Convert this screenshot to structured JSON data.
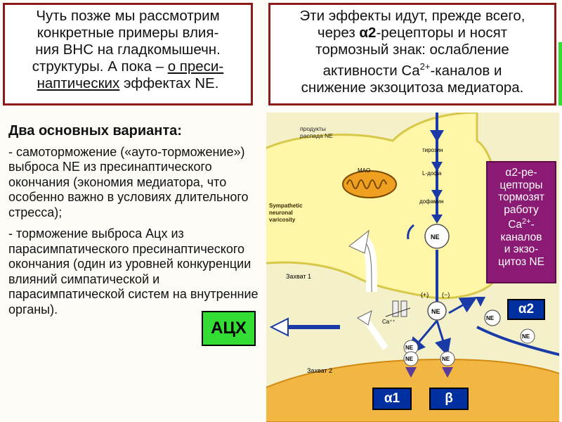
{
  "top_left": {
    "line1": "Чуть позже мы рассмотрим",
    "line2": "конкретные примеры влия-",
    "line3": "ния ВНС на гладкомышечн.",
    "line4_pre": "структуры. А пока – ",
    "line4_link": "о преси-",
    "line5_link": "наптических",
    "line5_post": " эффектах NE."
  },
  "top_right": {
    "line1": "Эти эффекты идут, прежде всего,",
    "line2_pre": "через ",
    "line2_alpha": "α2",
    "line2_post": "-рецепторы и носят",
    "line3": "тормозный знак: ослабление",
    "line4_pre": "активности Ca",
    "line4_sup": "2+",
    "line4_post": "-каналов и",
    "line5": "снижение экзоцитоза медиатора."
  },
  "main": {
    "heading": "Два основных варианта:",
    "item1": "- самоторможение («ауто-торможение») выброса NE из пресинаптического окончания (экономия медиатора, что особенно важно в условиях длительного стресса);",
    "item2": "- торможение выброса Ацх из парасимпатического пресинаптического окончания (один из уровней конкуренции влияний симпатической и парасимпатической систем на внутренние органы)."
  },
  "diagram": {
    "decay_products": "продукты распада NE",
    "tyrosine": "тирозин",
    "ldopa": "L-дофа",
    "dopamine": "дофамин",
    "mao": "MAO",
    "varicosity": "Sympathetic neuronal varicosity",
    "ne": "NE",
    "uptake1": "Захват 1",
    "uptake2": "Захват 2",
    "plus": "(+)",
    "minus": "(−)",
    "ca": "Ca⁺⁺"
  },
  "ach": "АЦХ",
  "alpha2_note": {
    "l1": "α2-ре-",
    "l2": "цепторы",
    "l3": "тормозят",
    "l4": "работу",
    "l5_pre": "Ca",
    "l5_sup": "2+",
    "l5_post": "-",
    "l6": "каналов",
    "l7": "и  экзо-",
    "l8": "цитоз NE"
  },
  "receptors": {
    "a2": "α2",
    "a1": "α1",
    "b": "β"
  }
}
